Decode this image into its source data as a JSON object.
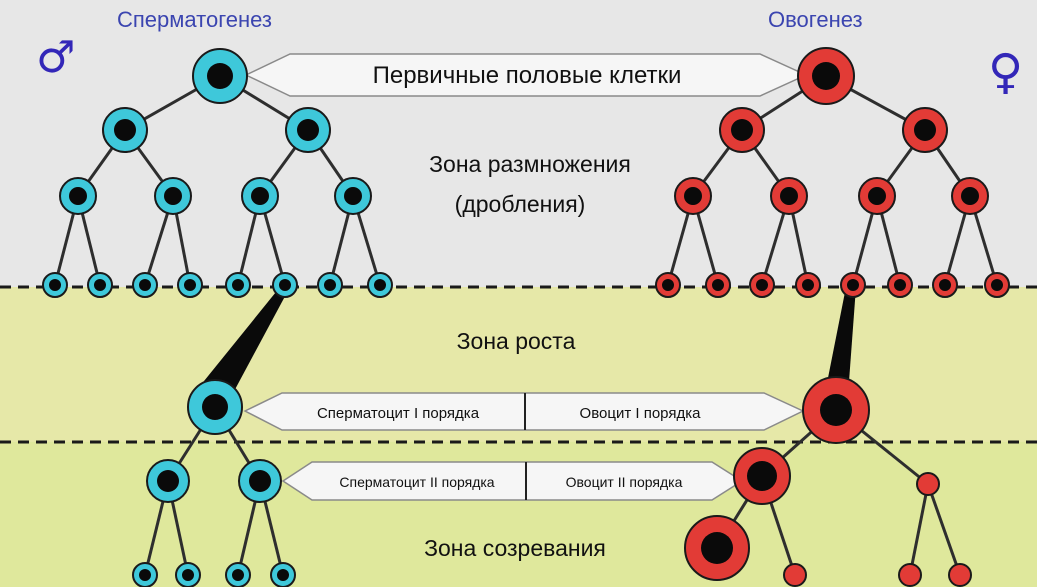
{
  "titles": {
    "left": "Сперматогенез",
    "right": "Овогенез"
  },
  "symbols": {
    "male": "♂",
    "female": "♀"
  },
  "labels": {
    "primordial": "Первичные половые клетки",
    "multiplication_line1": "Зона размножения",
    "multiplication_line2": "(дробления)",
    "growth": "Зона роста",
    "maturation": "Зона созревания",
    "spermatocyte_1": "Сперматоцит I порядка",
    "oocyte_1": "Овоцит I порядка",
    "spermatocyte_2": "Сперматоцит II порядка",
    "oocyte_2": "Овоцит II порядка"
  },
  "zones": [
    "Зона размножения",
    "Зона роста",
    "Зона созревания"
  ],
  "colors": {
    "male_cell": "#3ec8da",
    "female_cell": "#e23b36",
    "nucleus": "#0a0a0a",
    "title_text": "#3b45b0",
    "symbol": "#3327b8",
    "zone_multiplication": "#e7e7e7",
    "zone_growth": "#e6e8a8",
    "zone_maturation": "#dfe89c",
    "line": "#2e2e2e",
    "arrow_fill": "#f6f6f6",
    "arrow_stroke": "#8a8a8a"
  },
  "icons": {
    "male": "male-symbol-icon",
    "female": "female-symbol-icon"
  }
}
